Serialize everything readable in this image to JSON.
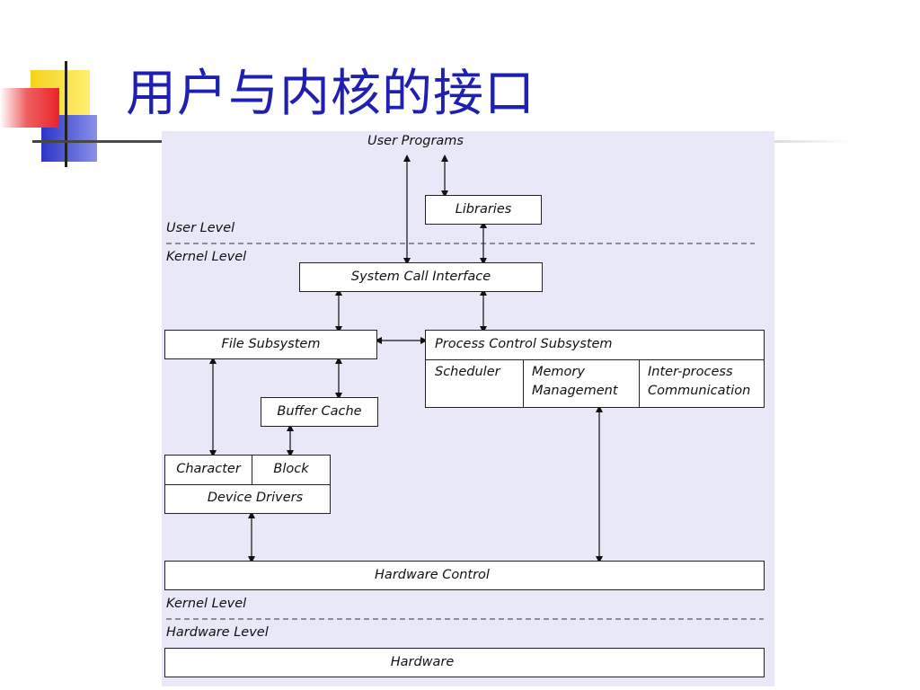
{
  "slide": {
    "title": "用户与内核的接口"
  },
  "diagram": {
    "user_programs": "User Programs",
    "libraries": "Libraries",
    "user_level": "User Level",
    "kernel_level_top": "Kernel Level",
    "system_call_interface": "System Call Interface",
    "file_subsystem": "File Subsystem",
    "process_control_subsystem": "Process Control Subsystem",
    "scheduler": "Scheduler",
    "memory_management_line1": "Memory",
    "memory_management_line2": "Management",
    "ipc_line1": "Inter-process",
    "ipc_line2": "Communication",
    "buffer_cache": "Buffer Cache",
    "character": "Character",
    "block": "Block",
    "device_drivers": "Device Drivers",
    "hardware_control": "Hardware Control",
    "kernel_level_bottom": "Kernel Level",
    "hardware_level": "Hardware Level",
    "hardware": "Hardware"
  },
  "colors": {
    "title": "#1f1fb0",
    "diagram_background": "#e8e8f8",
    "logo_yellow": "#f5d21c",
    "logo_blue": "#2b35c8",
    "logo_red": "#e8242c"
  }
}
